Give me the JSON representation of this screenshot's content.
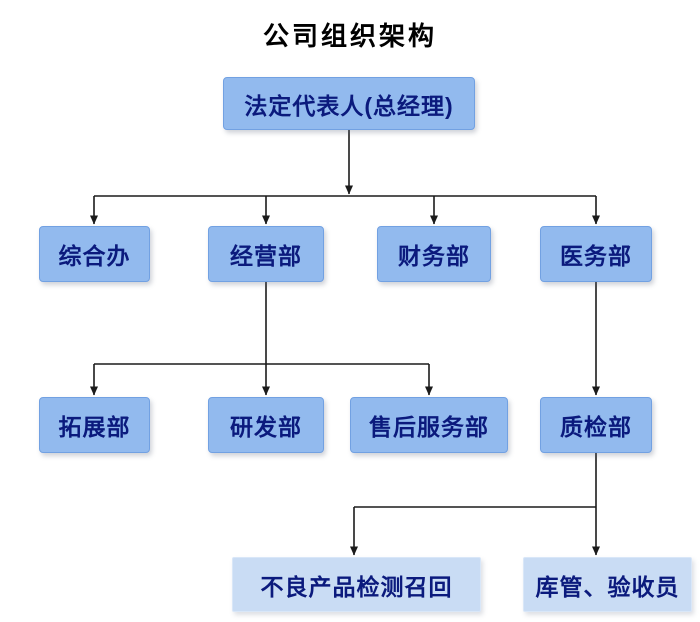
{
  "title": "公司组织架构",
  "nodes": {
    "root": {
      "label": "法定代表人(总经理)"
    },
    "level2": [
      {
        "label": "综合办"
      },
      {
        "label": "经营部"
      },
      {
        "label": "财务部"
      },
      {
        "label": "医务部"
      }
    ],
    "level3": [
      {
        "label": "拓展部"
      },
      {
        "label": "研发部"
      },
      {
        "label": "售后服务部"
      },
      {
        "label": "质检部"
      }
    ],
    "level4": [
      {
        "label": "不良产品检测召回"
      },
      {
        "label": "库管、验收员"
      }
    ]
  },
  "edges": [
    {
      "from": "法定代表人(总经理)",
      "to": [
        "综合办",
        "经营部",
        "财务部",
        "医务部"
      ]
    },
    {
      "from": "经营部",
      "to": [
        "拓展部",
        "研发部",
        "售后服务部"
      ]
    },
    {
      "from": "医务部",
      "to": [
        "质检部"
      ]
    },
    {
      "from": "质检部",
      "to": [
        "不良产品检测召回",
        "库管、验收员"
      ]
    }
  ],
  "colors": {
    "box_fill": "#92baee",
    "box_border": "#72a1e2",
    "box_fill_light": "#c9dcf4",
    "box_text": "#0b1a7d",
    "line": "#1b1b1b",
    "title_text": "#000000",
    "background": "#ffffff"
  }
}
